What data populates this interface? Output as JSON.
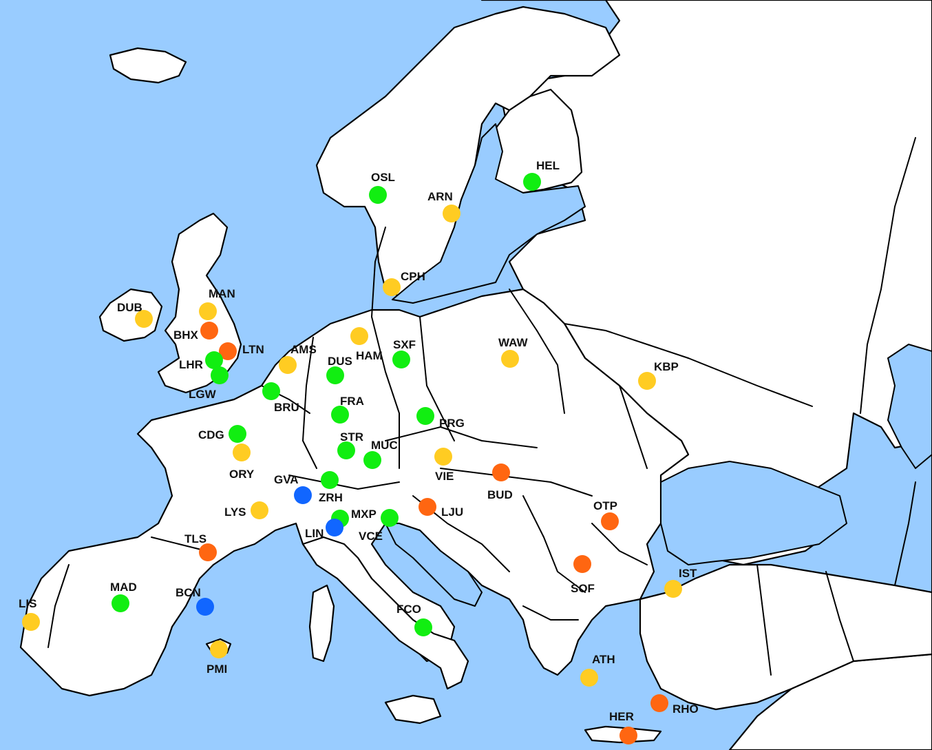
{
  "colors": {
    "sea": "#99ccff",
    "land": "#ffffff",
    "border": "#000000",
    "label": "#111111",
    "green": "#11ee11",
    "yellow": "#ffcc22",
    "orange": "#ff6611",
    "blue": "#1166ff"
  },
  "airports": [
    {
      "code": "OSL",
      "color": "green"
    },
    {
      "code": "ARN",
      "color": "yellow"
    },
    {
      "code": "HEL",
      "color": "green"
    },
    {
      "code": "CPH",
      "color": "yellow"
    },
    {
      "code": "DUB",
      "color": "yellow"
    },
    {
      "code": "MAN",
      "color": "yellow"
    },
    {
      "code": "BHX",
      "color": "orange"
    },
    {
      "code": "LTN",
      "color": "orange"
    },
    {
      "code": "LHR",
      "color": "green"
    },
    {
      "code": "LGW",
      "color": "green"
    },
    {
      "code": "AMS",
      "color": "yellow"
    },
    {
      "code": "HAM",
      "color": "yellow"
    },
    {
      "code": "SXF",
      "color": "green"
    },
    {
      "code": "DUS",
      "color": "green"
    },
    {
      "code": "WAW",
      "color": "yellow"
    },
    {
      "code": "KBP",
      "color": "yellow"
    },
    {
      "code": "BRU",
      "color": "green"
    },
    {
      "code": "FRA",
      "color": "green"
    },
    {
      "code": "PRG",
      "color": "green"
    },
    {
      "code": "CDG",
      "color": "green"
    },
    {
      "code": "ORY",
      "color": "yellow"
    },
    {
      "code": "STR",
      "color": "green"
    },
    {
      "code": "MUC",
      "color": "green"
    },
    {
      "code": "VIE",
      "color": "yellow"
    },
    {
      "code": "GVA",
      "color": "blue"
    },
    {
      "code": "ZRH",
      "color": "green"
    },
    {
      "code": "BUD",
      "color": "orange"
    },
    {
      "code": "LYS",
      "color": "yellow"
    },
    {
      "code": "MXP",
      "color": "green"
    },
    {
      "code": "LIN",
      "color": "blue"
    },
    {
      "code": "VCE",
      "color": "green"
    },
    {
      "code": "LJU",
      "color": "orange"
    },
    {
      "code": "OTP",
      "color": "orange"
    },
    {
      "code": "TLS",
      "color": "orange"
    },
    {
      "code": "SOF",
      "color": "orange"
    },
    {
      "code": "IST",
      "color": "yellow"
    },
    {
      "code": "MAD",
      "color": "green"
    },
    {
      "code": "BCN",
      "color": "blue"
    },
    {
      "code": "LIS",
      "color": "yellow"
    },
    {
      "code": "FCO",
      "color": "green"
    },
    {
      "code": "PMI",
      "color": "yellow"
    },
    {
      "code": "ATH",
      "color": "yellow"
    },
    {
      "code": "RHO",
      "color": "orange"
    },
    {
      "code": "HER",
      "color": "orange"
    }
  ]
}
